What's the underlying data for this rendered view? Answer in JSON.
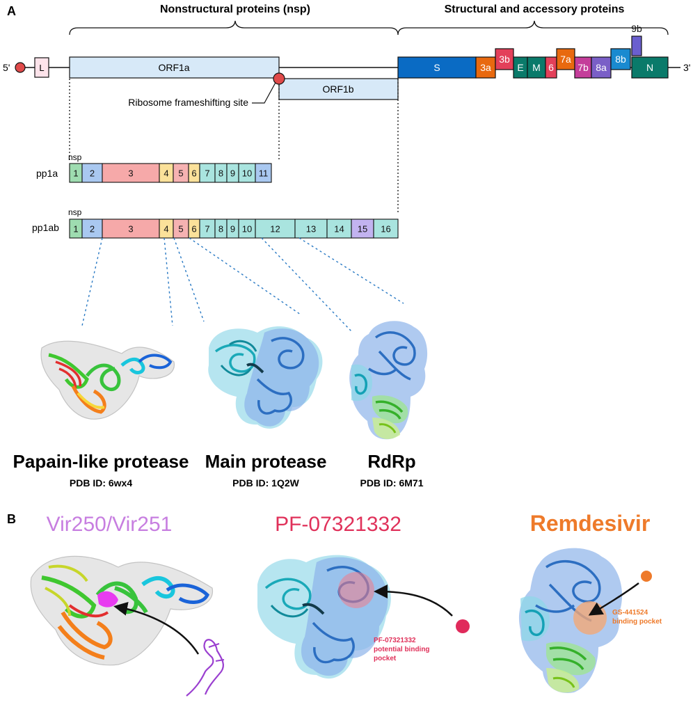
{
  "panel_a": {
    "label": "A",
    "group_nsp": "Nonstructural proteins (nsp)",
    "group_structural": "Structural and accessory proteins",
    "end5": "5'",
    "end3": "3'",
    "leader": "L",
    "orf1a": "ORF1a",
    "orf1b": "ORF1b",
    "frameshift_label": "Ribosome frameshifting site",
    "genes": [
      {
        "label": "S",
        "color": "#0a6bc4"
      },
      {
        "label": "3a",
        "color": "#e8690f"
      },
      {
        "label": "3b",
        "color": "#e3405a"
      },
      {
        "label": "E",
        "color": "#0a7a6a"
      },
      {
        "label": "M",
        "color": "#0a7a6a"
      },
      {
        "label": "6",
        "color": "#e3405a"
      },
      {
        "label": "7a",
        "color": "#e8690f"
      },
      {
        "label": "7b",
        "color": "#c43d9a"
      },
      {
        "label": "8a",
        "color": "#7a5fc7"
      },
      {
        "label": "8b",
        "color": "#1a8ad0"
      },
      {
        "label": "9b",
        "color": "#6a5fcf"
      },
      {
        "label": "N",
        "color": "#0a7a6a"
      }
    ],
    "pp1a": {
      "label": "pp1a",
      "nsp_label": "nsp",
      "segments": [
        {
          "label": "1",
          "color": "#9edcb0"
        },
        {
          "label": "2",
          "color": "#a9c8f0"
        },
        {
          "label": "3",
          "color": "#f6a9a9"
        },
        {
          "label": "4",
          "color": "#fbe19a"
        },
        {
          "label": "5",
          "color": "#f6b2b2"
        },
        {
          "label": "6",
          "color": "#fbe19a"
        },
        {
          "label": "7",
          "color": "#a9e4df"
        },
        {
          "label": "8",
          "color": "#a9e4df"
        },
        {
          "label": "9",
          "color": "#a9e4df"
        },
        {
          "label": "10",
          "color": "#a9e4df"
        },
        {
          "label": "11",
          "color": "#a9c8f0"
        }
      ]
    },
    "pp1ab": {
      "label": "pp1ab",
      "nsp_label": "nsp",
      "segments": [
        {
          "label": "1",
          "color": "#9edcb0"
        },
        {
          "label": "2",
          "color": "#a9c8f0"
        },
        {
          "label": "3",
          "color": "#f6a9a9"
        },
        {
          "label": "4",
          "color": "#fbe19a"
        },
        {
          "label": "5",
          "color": "#f6b2b2"
        },
        {
          "label": "6",
          "color": "#fbe19a"
        },
        {
          "label": "7",
          "color": "#a9e4df"
        },
        {
          "label": "8",
          "color": "#a9e4df"
        },
        {
          "label": "9",
          "color": "#a9e4df"
        },
        {
          "label": "10",
          "color": "#a9e4df"
        },
        {
          "label": "12",
          "color": "#a9e4df"
        },
        {
          "label": "13",
          "color": "#a9e4df"
        },
        {
          "label": "14",
          "color": "#a9e4df"
        },
        {
          "label": "15",
          "color": "#c2b3f0"
        },
        {
          "label": "16",
          "color": "#a9e4df"
        }
      ]
    },
    "proteins": [
      {
        "name": "Papain-like protease",
        "pdb": "PDB ID: 6wx4"
      },
      {
        "name": "Main protease",
        "pdb": "PDB ID: 1Q2W"
      },
      {
        "name": "RdRp",
        "pdb": "PDB ID: 6M71"
      }
    ]
  },
  "panel_b": {
    "label": "B",
    "drugs": [
      {
        "name": "Vir250/Vir251",
        "color": "#c77ee0",
        "pocket": ""
      },
      {
        "name": "PF-07321332",
        "color": "#e0315a",
        "pocket": "PF-07321332 potential binding pocket"
      },
      {
        "name": "Remdesivir",
        "color": "#ee7a2a",
        "pocket": "GS-441524 binding pocket"
      }
    ]
  }
}
